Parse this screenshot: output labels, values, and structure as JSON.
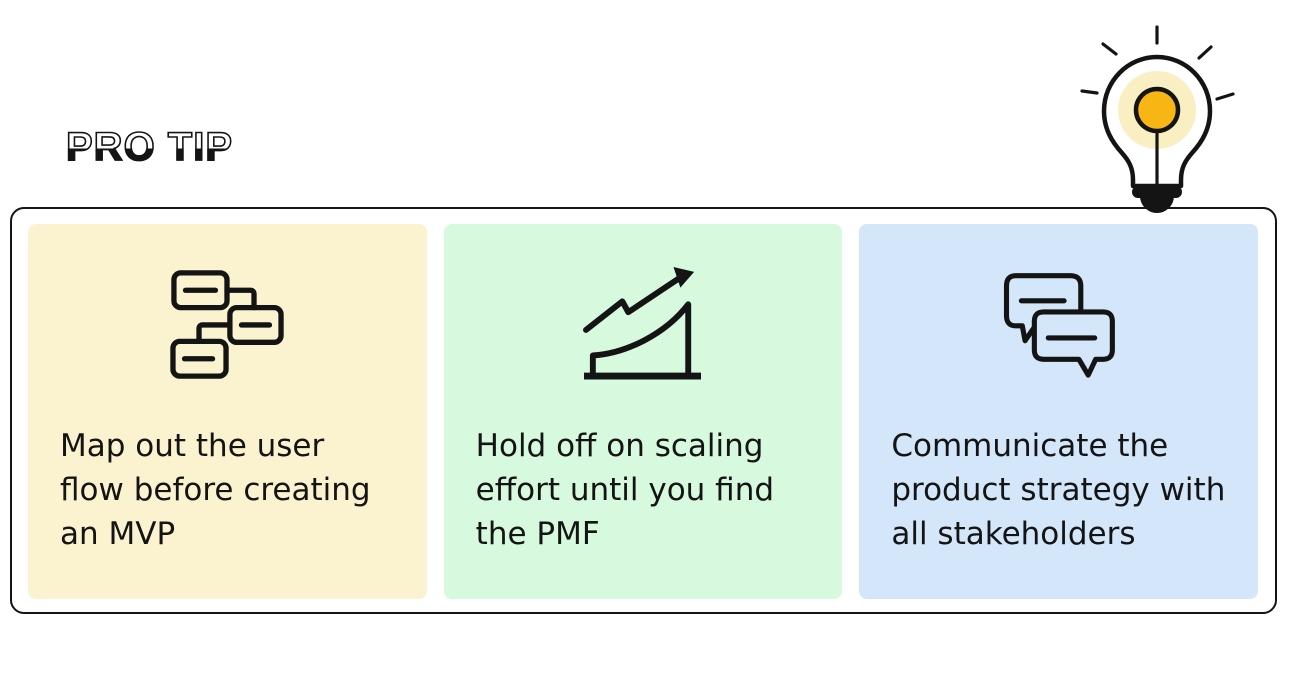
{
  "header": {
    "title": "PRO TIP"
  },
  "lightbulb": {
    "icon": "lightbulb-icon",
    "glow_color": "#FAEFC3",
    "bulb_color": "#F7B614",
    "outline_color": "#141414"
  },
  "panel": {
    "border_color": "#141414"
  },
  "colors": {
    "background": "#FFFFFF",
    "text": "#141414"
  },
  "cards": [
    {
      "icon": "flowchart-icon",
      "bg": "#FBF3D0",
      "text": "Map out the user flow before creating an MVP",
      "lines": [
        "Map out the user",
        "flow before creating",
        "an MVP"
      ]
    },
    {
      "icon": "growth-chart-icon",
      "bg": "#D7F9DD",
      "text": "Hold off on scaling effort until you find the PMF",
      "lines": [
        "Hold off on scaling",
        "effort until you find",
        "the PMF"
      ]
    },
    {
      "icon": "chat-bubbles-icon",
      "bg": "#D3E6FA",
      "text": "Communicate the product strategy with all stakeholders",
      "lines": [
        "Communicate the",
        "product strategy with",
        "all stakeholders"
      ]
    }
  ]
}
